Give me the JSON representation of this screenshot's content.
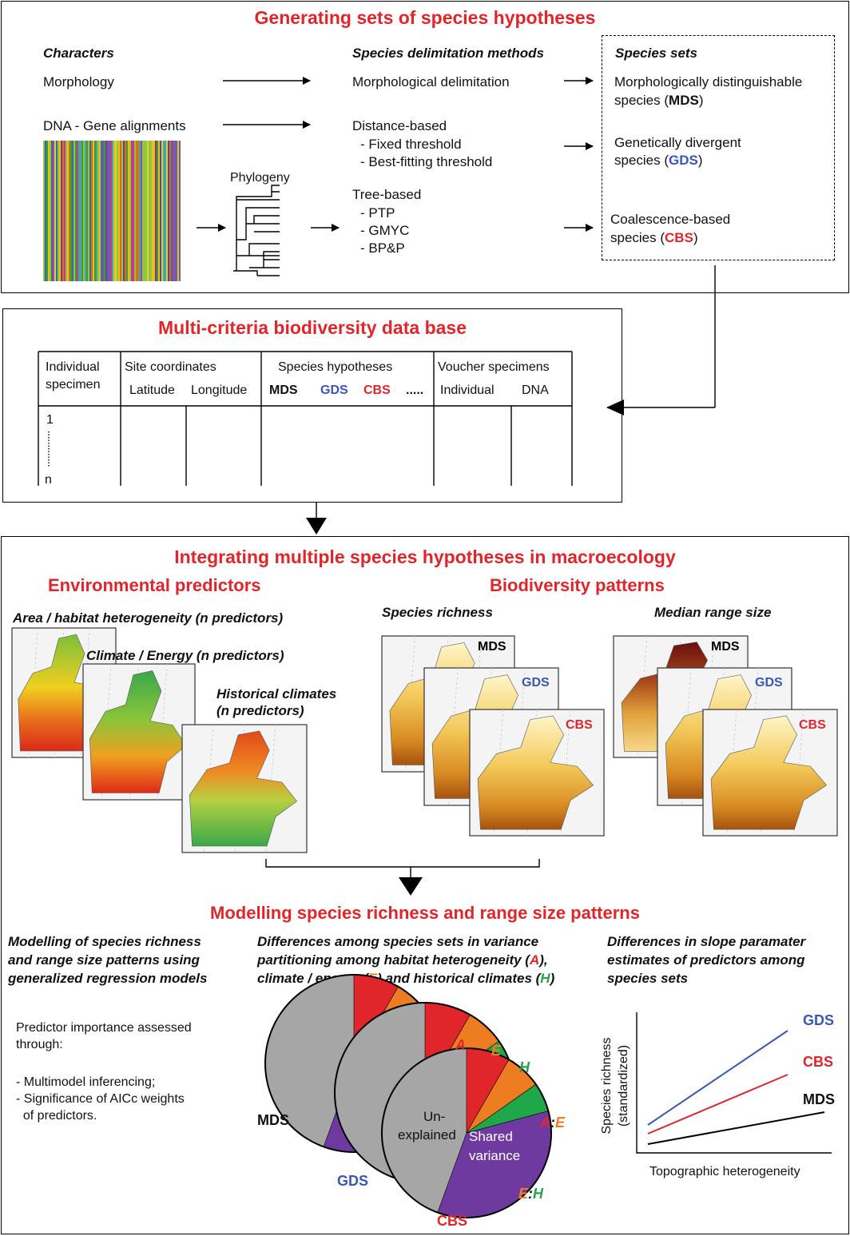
{
  "section1": {
    "title": "Generating sets of species hypotheses",
    "characters_header": "Characters",
    "methods_header": "Species delimitation methods",
    "sets_header": "Species sets",
    "morphology": "Morphology",
    "dna": "DNA - Gene alignments",
    "phylogeny": "Phylogeny",
    "morph_delim": "Morphological delimitation",
    "distance_based": "Distance-based",
    "fixed_threshold": "- Fixed threshold",
    "best_threshold": "- Best-fitting threshold",
    "tree_based": "Tree-based",
    "ptp": "- PTP",
    "gmyc": "- GMYC",
    "bpp": "- BP&P",
    "mds_line1": "Morphologically distinguishable",
    "mds_line2_pre": "species (",
    "mds_abbr": "MDS",
    "gds_line1": "Genetically divergent",
    "gds_line2_pre": "species (",
    "gds_abbr": "GDS",
    "cbs_line1": "Coalescence-based",
    "cbs_line2_pre": "species (",
    "cbs_abbr": "CBS",
    "close_paren": ")"
  },
  "section2": {
    "title": "Multi-criteria biodiversity data base",
    "col_individual_1": "Individual",
    "col_individual_2": "specimen",
    "col_site": "Site coordinates",
    "col_lat": "Latitude",
    "col_lon": "Longitude",
    "col_species": "Species hypotheses",
    "mds": "MDS",
    "gds": "GDS",
    "cbs": "CBS",
    "dots": ".....",
    "col_voucher": "Voucher specimens",
    "col_vind": "Individual",
    "col_vdna": "DNA",
    "row_first": "1",
    "row_last": "n"
  },
  "section3": {
    "title": "Integrating multiple species hypotheses in macroecology",
    "env_title": "Environmental predictors",
    "bio_title": "Biodiversity patterns",
    "area_label": "Area / habitat heterogeneity (n predictors)",
    "climate_label": "Climate / Energy (n predictors)",
    "hist_label_1": "Historical climates",
    "hist_label_2": "(n predictors)",
    "richness_label": "Species richness",
    "range_label": "Median range size",
    "mds": "MDS",
    "gds": "GDS",
    "cbs": "CBS",
    "modelling_title": "Modelling species richness and range size patterns",
    "col1_l1": "Modelling of species richness",
    "col1_l2": "and range size patterns using",
    "col1_l3": "generalized regression models",
    "col2_l1": "Differences among species sets in variance",
    "col2_l2_pre": "partitioning among habitat heterogeneity (",
    "col2_A": "A",
    "col2_l2_post": "),",
    "col2_l3_pre": "climate / energy (",
    "col2_E": "E",
    "col2_l3_mid": ") and historical climates (",
    "col2_H": "H",
    "col2_l3_post": ")",
    "col3_l1": "Differences in slope paramater",
    "col3_l2": "estimates of predictors among",
    "col3_l3": "species sets",
    "pred_l1": "Predictor importance assessed",
    "pred_l2": "through:",
    "pred_l3": "- Multimodel inferencing;",
    "pred_l4": "- Significance of AICc weights",
    "pred_l5": "  of predictors.",
    "pie_A": "A",
    "pie_E": "E",
    "pie_H": "H",
    "pie_AE_A": "A",
    "pie_AE_colon": ":",
    "pie_AE_E": "E",
    "pie_EH_E": "E",
    "pie_EH_colon": ":",
    "pie_EH_H": "H",
    "pie_unexplained_1": "Un-",
    "pie_unexplained_2": "explained",
    "pie_shared_1": "Shared",
    "pie_shared_2": "variance",
    "chart_ylabel_1": "Species richness",
    "chart_ylabel_2": "(standardized)",
    "chart_xlabel": "Topographic heterogeneity",
    "line_gds": "GDS",
    "line_cbs": "CBS",
    "line_mds": "MDS"
  },
  "colors": {
    "red": "#e0262b",
    "blue": "#3a57b3",
    "orange": "#ee7d22",
    "green": "#1fa74a",
    "purple": "#6f3aa0",
    "grey": "#a6a6a6"
  }
}
